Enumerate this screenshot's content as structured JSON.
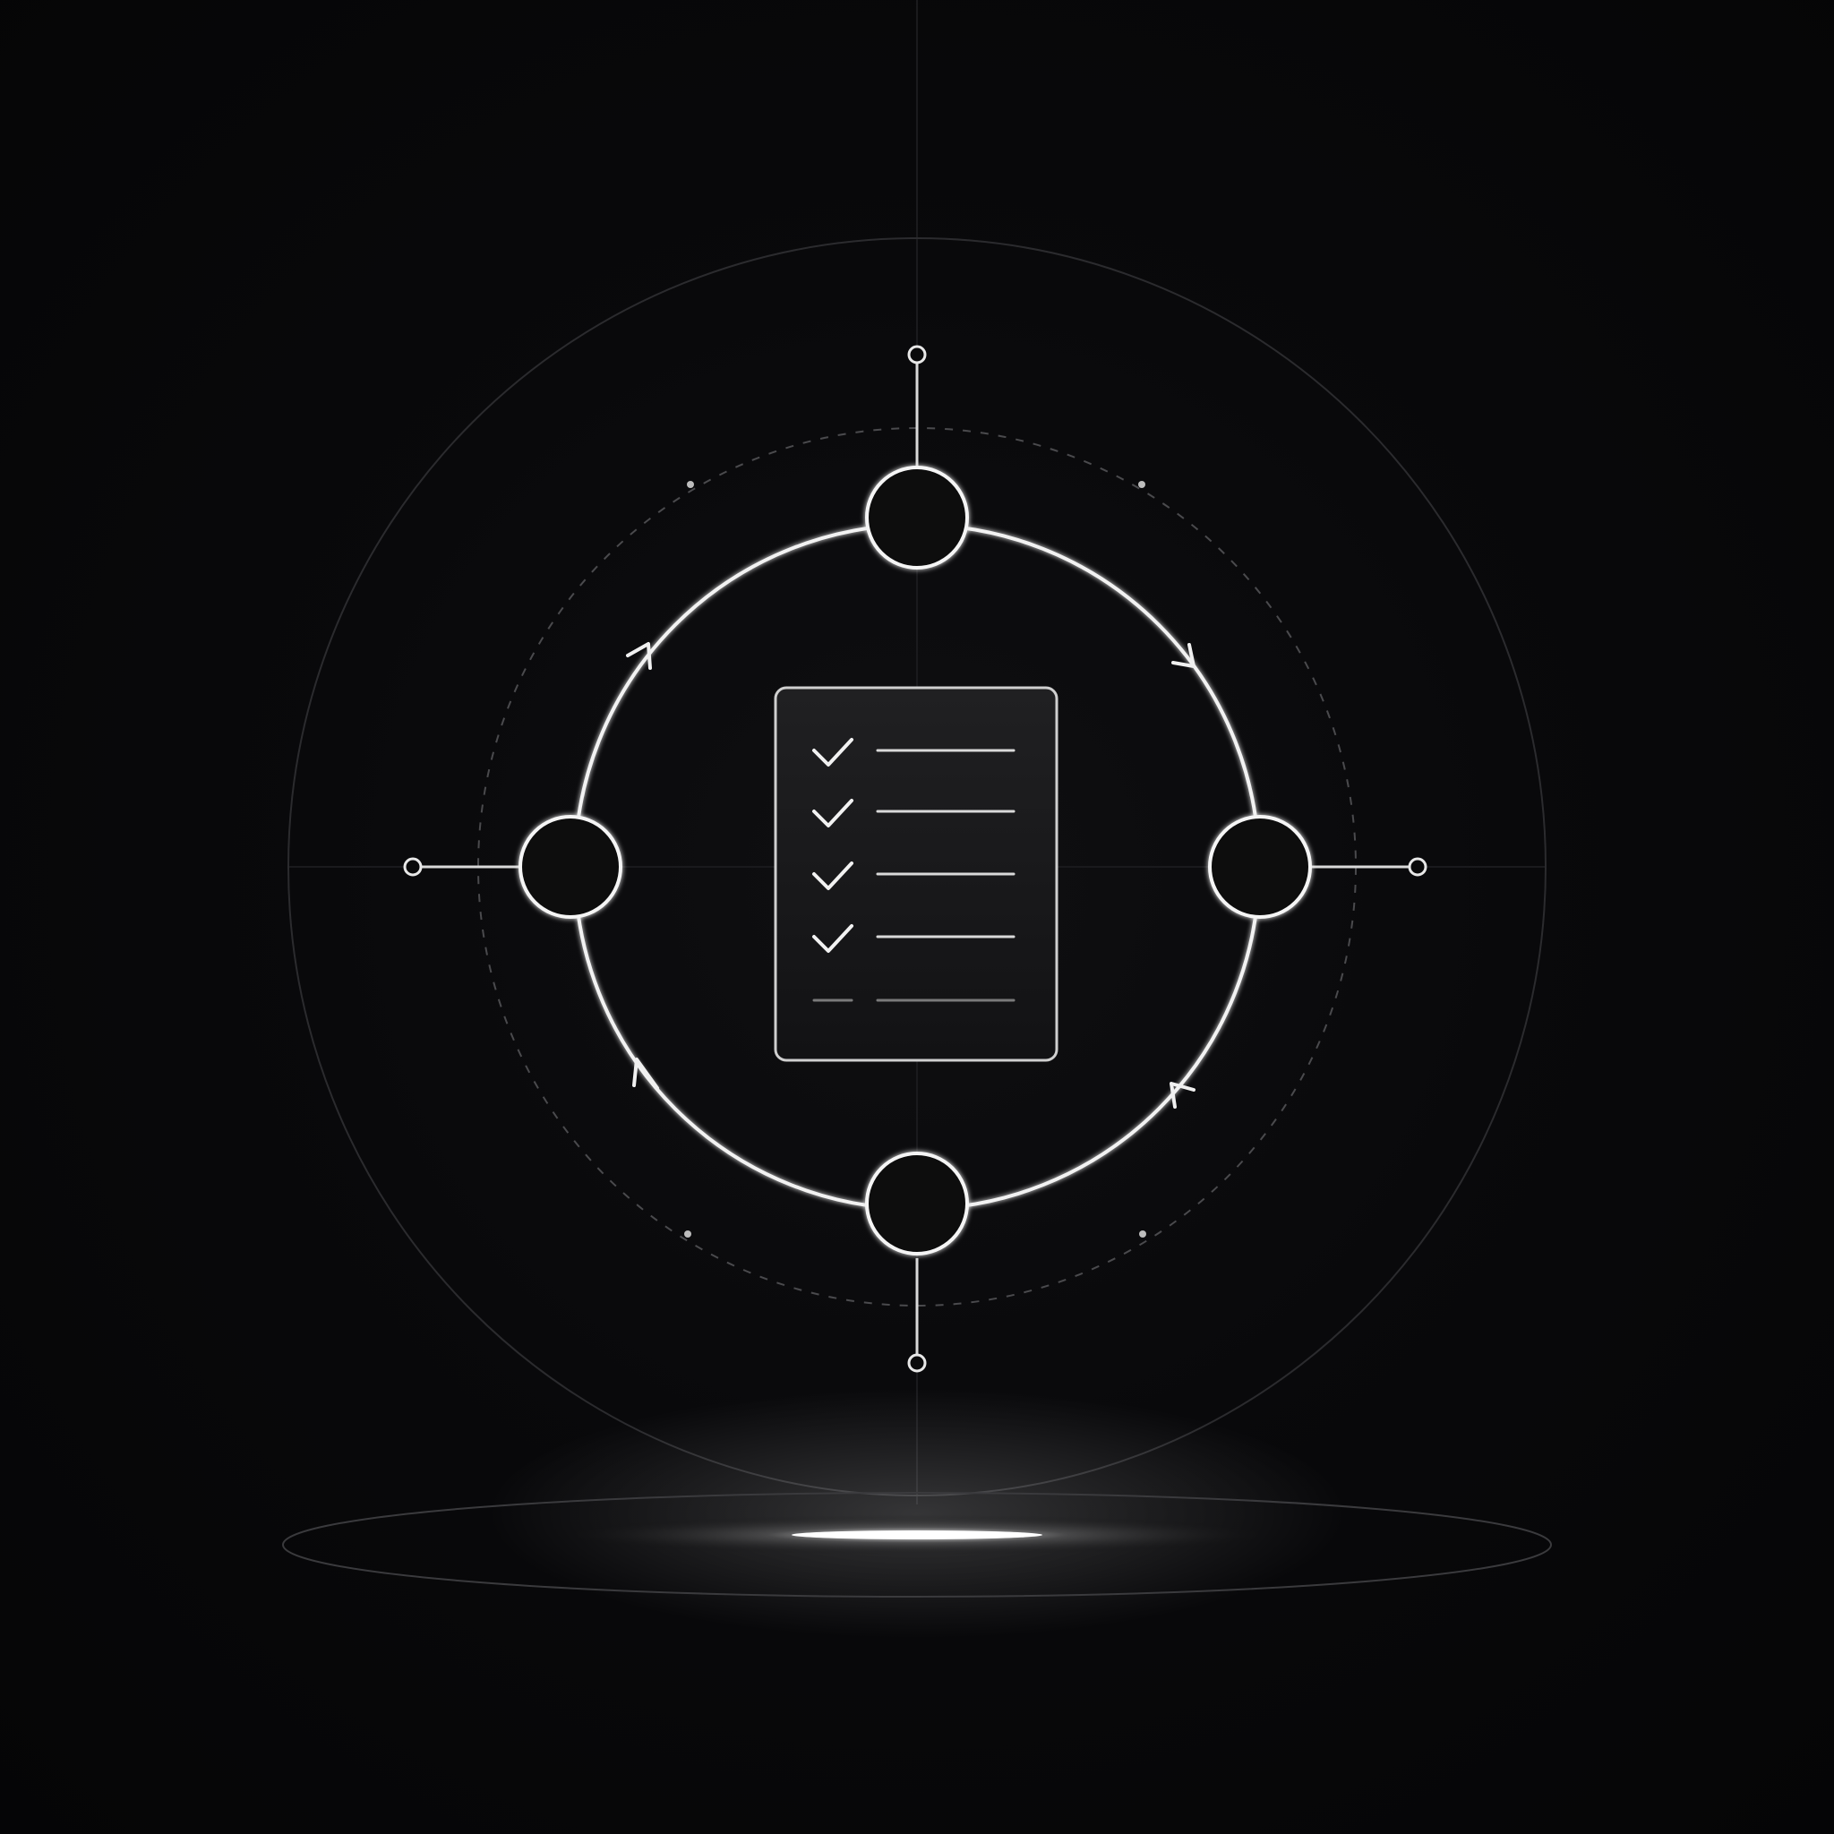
{
  "scene": {
    "background_color": "#060607",
    "accent_color": "#f2f2f2",
    "icon": "checklist-document-icon",
    "checklist": {
      "checked_items": 4,
      "pending_items": 1
    },
    "cycle": {
      "nodes": 4,
      "direction": "clockwise"
    }
  }
}
